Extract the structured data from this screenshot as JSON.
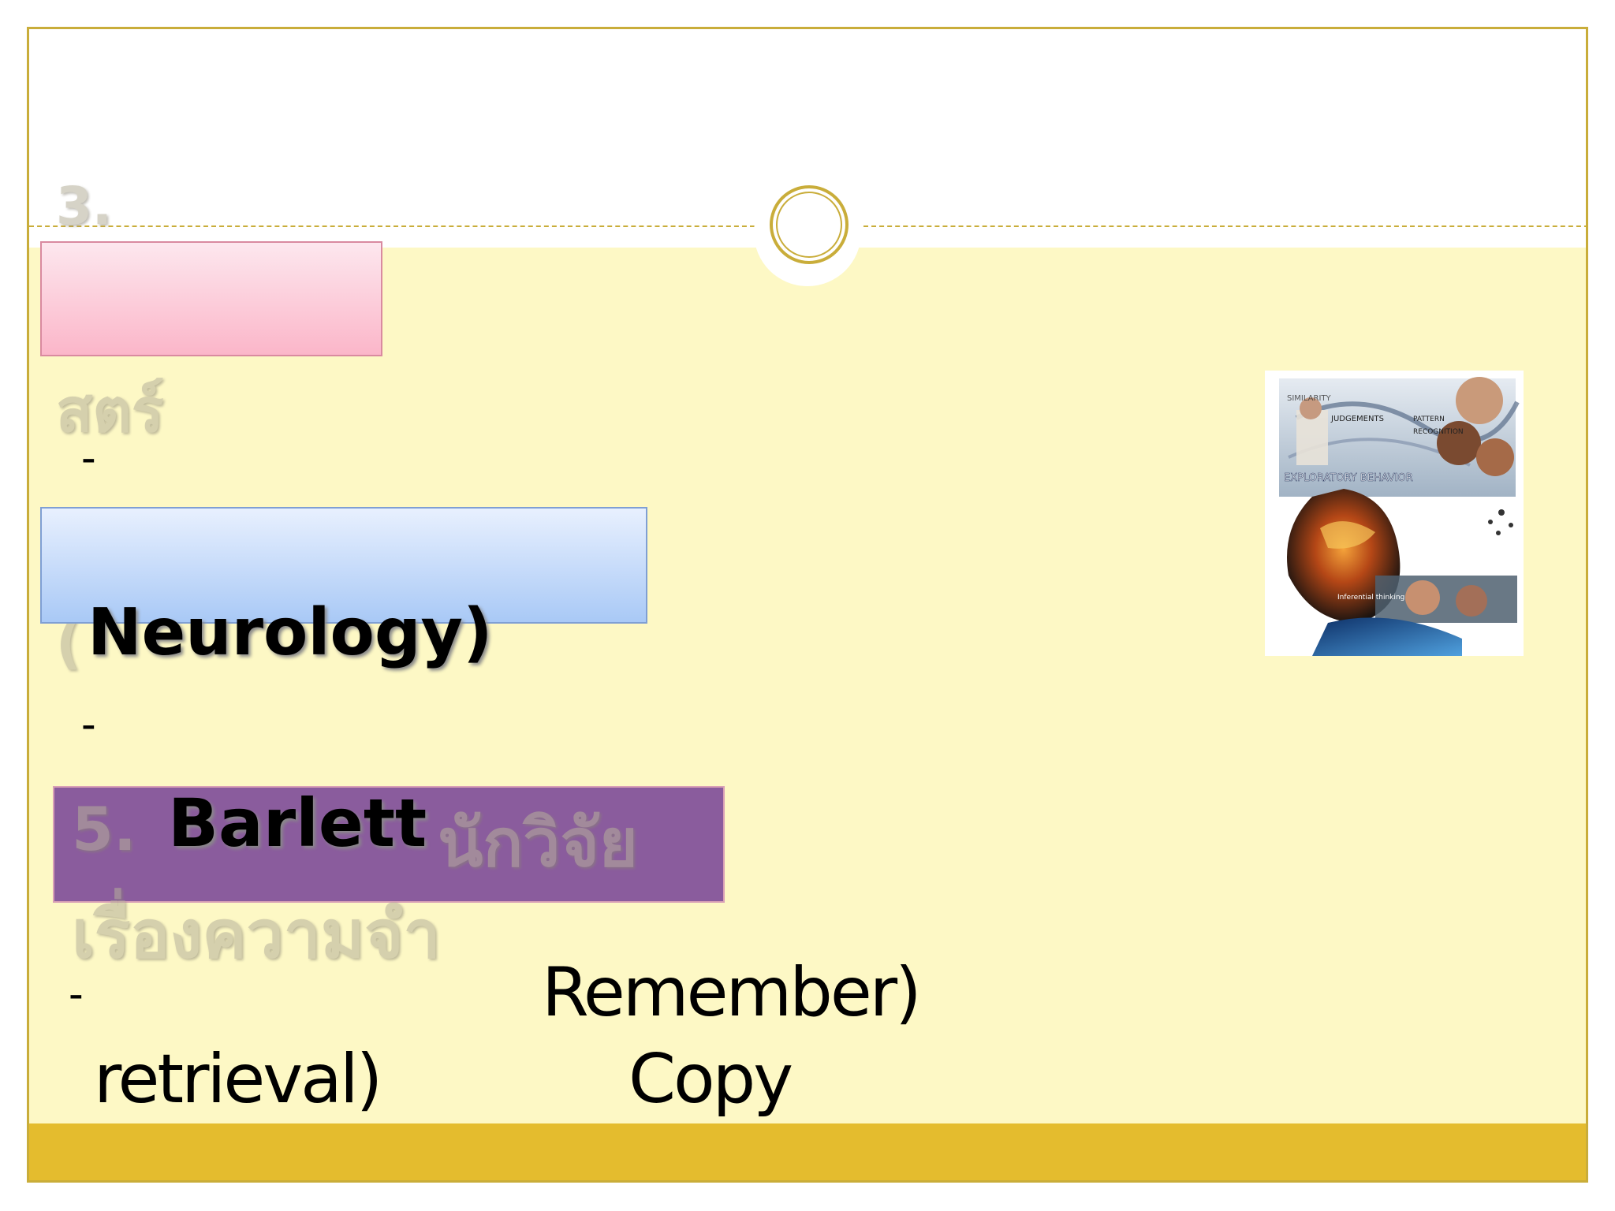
{
  "slide": {
    "ghost": {
      "line1": "3.",
      "line2": "สตร์",
      "line3": "(",
      "line4": "5.",
      "line5": "นักวิจัย",
      "line6": "เรื่องความจำ"
    },
    "items": {
      "dash1": "-",
      "dash2": "-",
      "dash3": "-",
      "neurology": "Neurology)",
      "barlett": "Barlett",
      "remember": "Remember)",
      "retrieval": "retrieval)",
      "copy": "Copy"
    },
    "image": {
      "words": [
        "SIMILARITY",
        "JUDGEMENTS",
        "PATTERN",
        "RECOGNITION",
        "EXPLORATORY BEHAVIOR",
        "Inferential thinking"
      ]
    }
  },
  "colors": {
    "gold": "#c9ad3a",
    "cream": "#fdf8c5",
    "footer": "#e4bc2e",
    "pink": "#fbb6c9",
    "blue": "#a9c9f6",
    "purple": "#8a5c9d"
  }
}
